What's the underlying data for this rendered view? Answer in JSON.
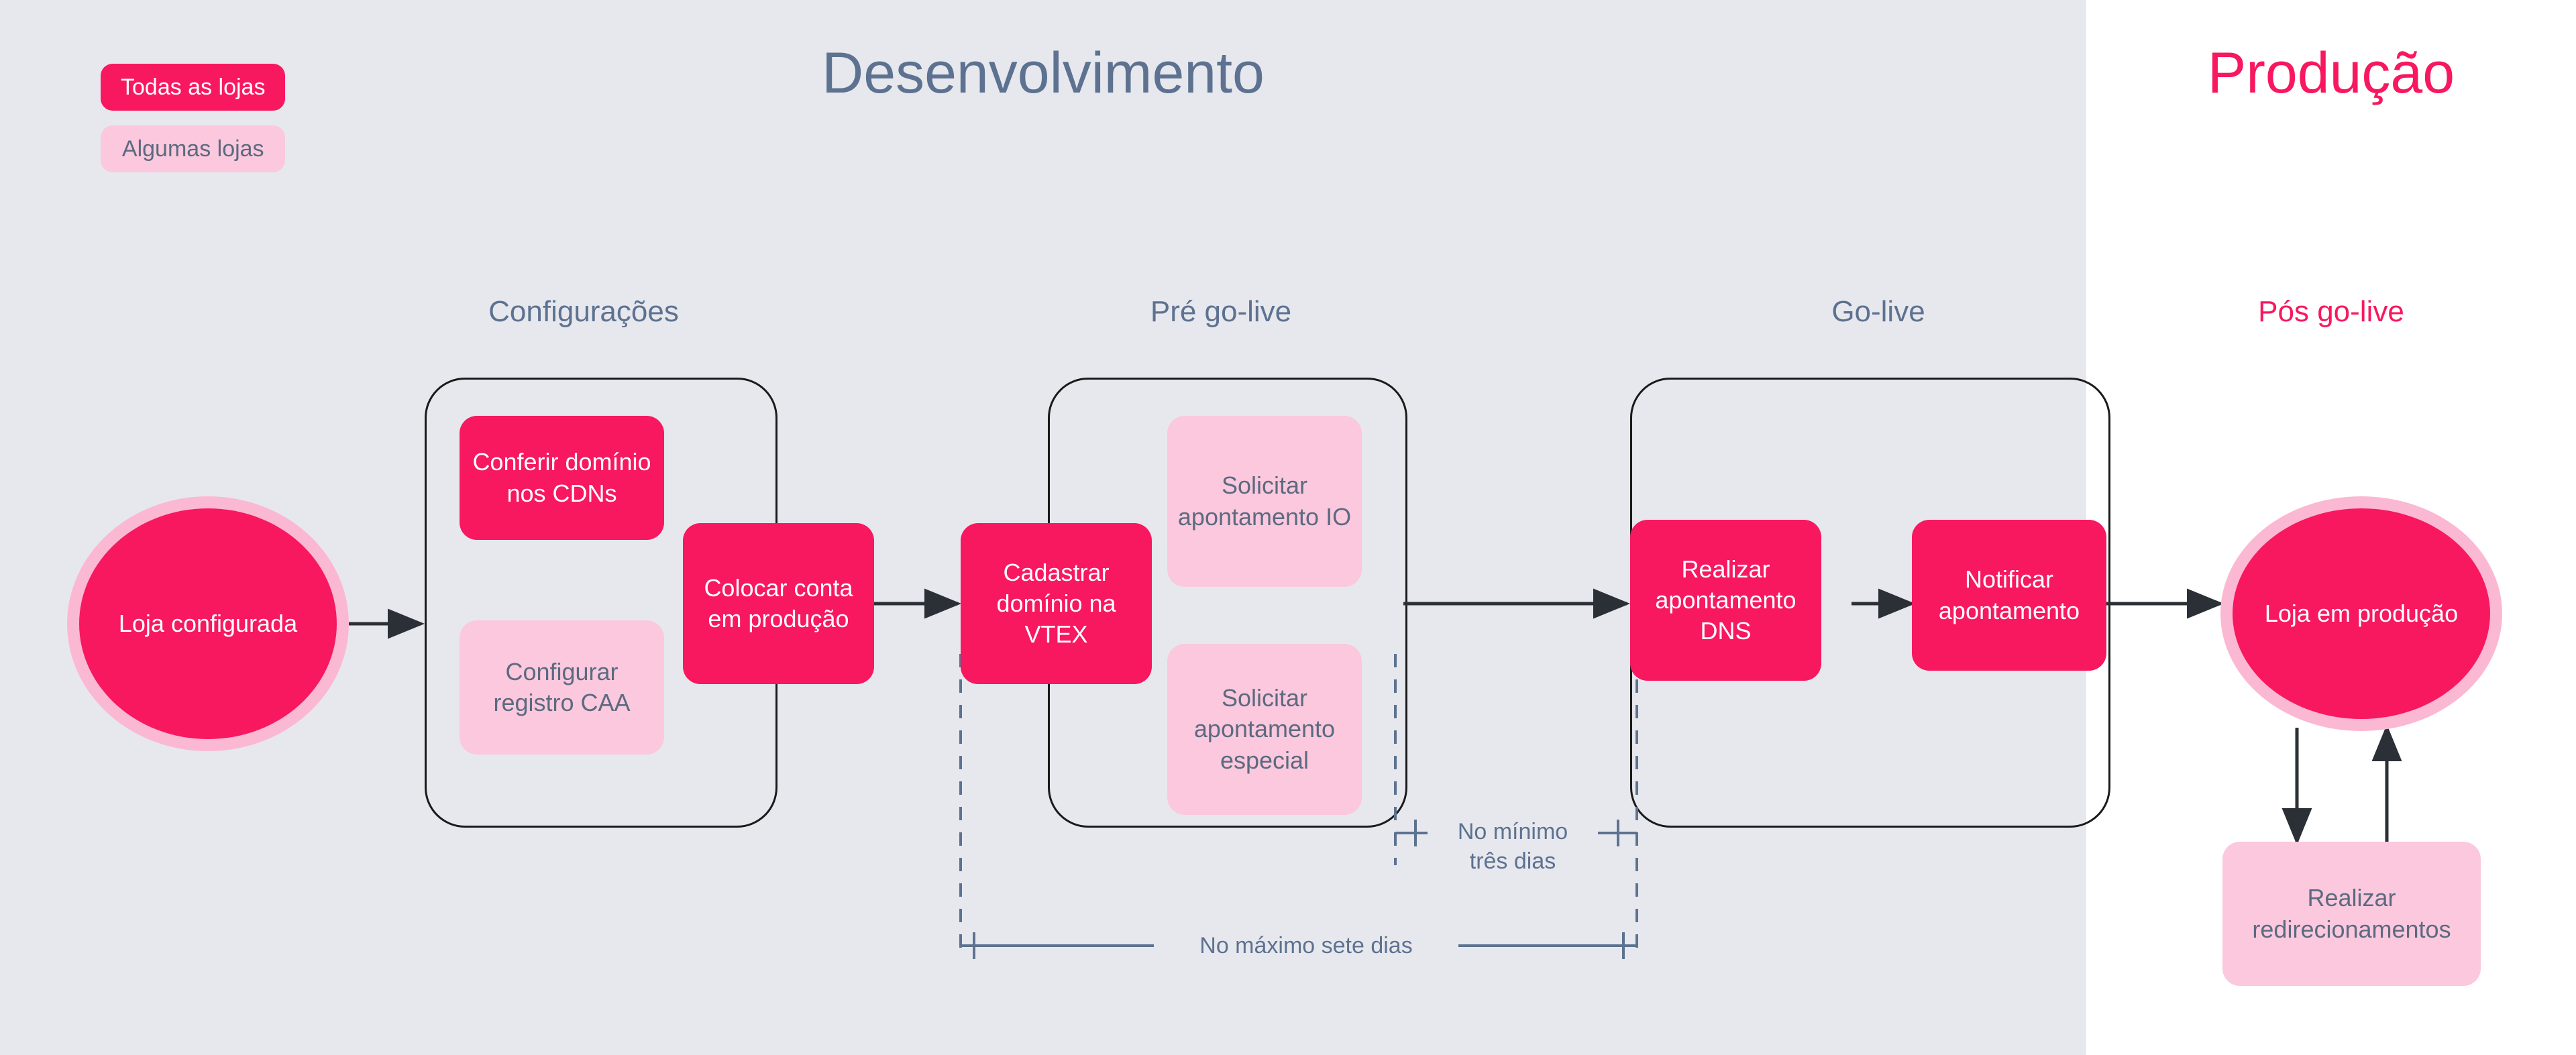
{
  "legend": {
    "all_stores": "Todas as lojas",
    "some_stores": "Algumas lojas"
  },
  "titles": {
    "development": "Desenvolvimento",
    "production": "Produção"
  },
  "columns": [
    {
      "label": "Configurações"
    },
    {
      "label": "Pré go-live"
    },
    {
      "label": "Go-live"
    },
    {
      "label": "Pós go-live"
    }
  ],
  "nodes": {
    "start_circle": "Loja configurada",
    "end_circle": "Loja em produção",
    "conferir_cdn": "Conferir domínio nos CDNs",
    "configurar_caa": "Configurar registro CAA",
    "colocar_conta": "Colocar conta em produção",
    "cadastrar_dominio": "Cadastrar domínio na VTEX",
    "solicitar_io": "Solicitar apontamento IO",
    "solicitar_especial": "Solicitar apontamento especial",
    "realizar_dns": "Realizar apontamento DNS",
    "notificar": "Notificar apontamento",
    "redirecionamentos": "Realizar redirecionamentos"
  },
  "annotations": {
    "min_three_days": "No mínimo\ntrês dias",
    "max_seven_days": "No máximo sete dias"
  },
  "colors": {
    "primary_pink": "#f7185f",
    "light_pink": "#fbc8dd",
    "ring_pink": "#fbb8d3",
    "slate": "#5d7290",
    "dev_background": "#e7e8ee",
    "prod_background": "#ffffff",
    "stroke": "#1a1a1a"
  }
}
